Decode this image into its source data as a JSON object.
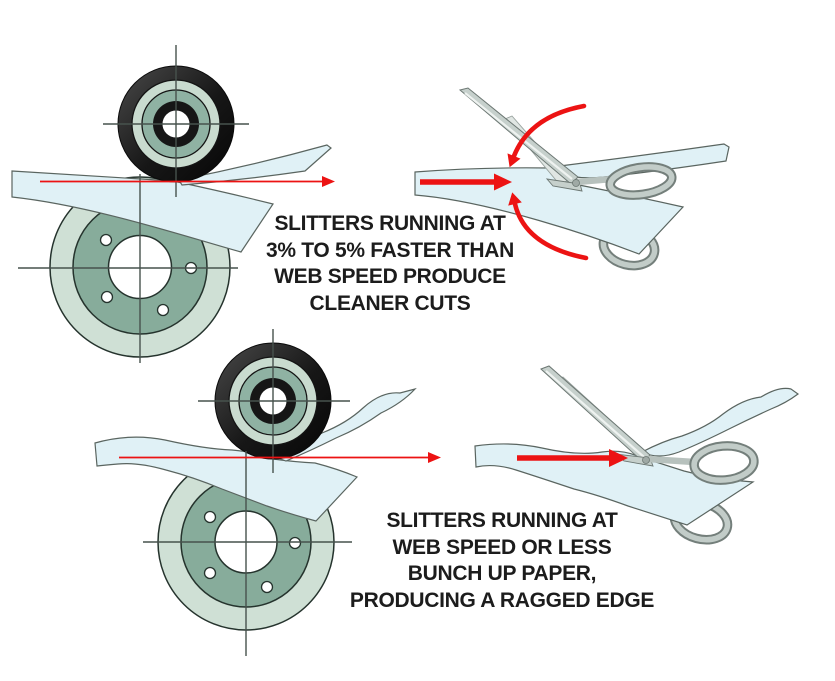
{
  "figure": {
    "captions": {
      "faster": {
        "lines": [
          "SLITTERS RUNNING AT",
          "3% TO 5% FASTER THAN",
          "WEB SPEED PRODUCE",
          "CLEANER CUTS"
        ]
      },
      "slower": {
        "lines": [
          "SLITTERS RUNNING AT",
          "WEB SPEED OR LESS",
          "BUNCH UP PAPER,",
          "PRODUCING A RAGGED EDGE"
        ]
      }
    },
    "colors": {
      "arrow_red": "#ec1313",
      "paper_fill": "#e0f1f6",
      "paper_outline": "#5a6560",
      "wheel_black": "#1f1f1f",
      "ring_light_green": "#c9dbcf",
      "ring_medium_green": "#8fb2a3",
      "disc_light_green": "#cfe0d5",
      "disc_medium_green": "#87ac9b",
      "scissors_gray": "#c6d0cc",
      "crosshair_gray": "#47524d",
      "text_color": "#1c1c1c"
    }
  }
}
